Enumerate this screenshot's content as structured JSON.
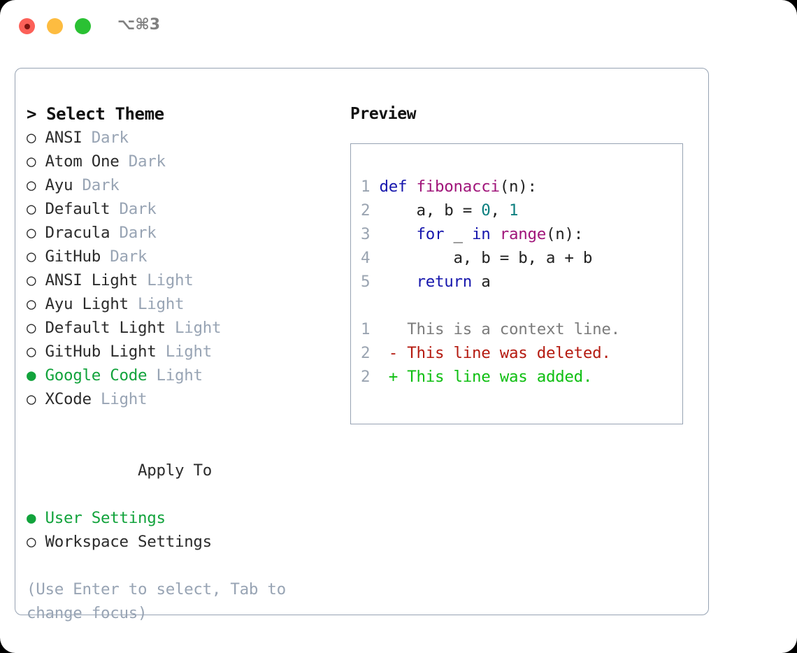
{
  "titlebar": {
    "shortcut": "⌥⌘3",
    "traffic_lights": [
      "close-red",
      "minimize-yellow",
      "maximize-green"
    ]
  },
  "theme_picker": {
    "heading": "> Select Theme",
    "selected_theme": "Google Code",
    "bullet_empty": "○",
    "bullet_filled": "●",
    "items": [
      {
        "bullet": "○",
        "name": "ANSI",
        "tag": "Dark",
        "selected": false
      },
      {
        "bullet": "○",
        "name": "Atom One",
        "tag": "Dark",
        "selected": false
      },
      {
        "bullet": "○",
        "name": "Ayu",
        "tag": "Dark",
        "selected": false
      },
      {
        "bullet": "○",
        "name": "Default",
        "tag": "Dark",
        "selected": false
      },
      {
        "bullet": "○",
        "name": "Dracula",
        "tag": "Dark",
        "selected": false
      },
      {
        "bullet": "○",
        "name": "GitHub",
        "tag": "Dark",
        "selected": false
      },
      {
        "bullet": "○",
        "name": "ANSI Light",
        "tag": "Light",
        "selected": false
      },
      {
        "bullet": "○",
        "name": "Ayu Light",
        "tag": "Light",
        "selected": false
      },
      {
        "bullet": "○",
        "name": "Default Light",
        "tag": "Light",
        "selected": false
      },
      {
        "bullet": "○",
        "name": "GitHub Light",
        "tag": "Light",
        "selected": false
      },
      {
        "bullet": "●",
        "name": "Google Code",
        "tag": "Light",
        "selected": true
      },
      {
        "bullet": "○",
        "name": "XCode",
        "tag": "Light",
        "selected": false
      }
    ]
  },
  "apply_to": {
    "heading": "Apply To",
    "selected": "User Settings",
    "items": [
      {
        "bullet": "●",
        "name": "User Settings",
        "selected": true
      },
      {
        "bullet": "○",
        "name": "Workspace Settings",
        "selected": false
      }
    ]
  },
  "hint": "(Use Enter to select, Tab to change focus)",
  "preview": {
    "title": "Preview",
    "code_lines": [
      {
        "n": "1",
        "tokens": [
          {
            "t": "def ",
            "c": "kw"
          },
          {
            "t": "fibonacci",
            "c": "fn"
          },
          {
            "t": "(n):",
            "c": "pl"
          }
        ]
      },
      {
        "n": "2",
        "tokens": [
          {
            "t": "    a, b = ",
            "c": "pl"
          },
          {
            "t": "0",
            "c": "num"
          },
          {
            "t": ", ",
            "c": "pl"
          },
          {
            "t": "1",
            "c": "num"
          }
        ]
      },
      {
        "n": "3",
        "tokens": [
          {
            "t": "    ",
            "c": "pl"
          },
          {
            "t": "for",
            "c": "kw"
          },
          {
            "t": " _ ",
            "c": "pl"
          },
          {
            "t": "in",
            "c": "kw"
          },
          {
            "t": " ",
            "c": "pl"
          },
          {
            "t": "range",
            "c": "fn"
          },
          {
            "t": "(n):",
            "c": "pl"
          }
        ]
      },
      {
        "n": "4",
        "tokens": [
          {
            "t": "        a, b = b, a + b",
            "c": "pl"
          }
        ]
      },
      {
        "n": "5",
        "tokens": [
          {
            "t": "    ",
            "c": "pl"
          },
          {
            "t": "return",
            "c": "kw"
          },
          {
            "t": " a",
            "c": "pl"
          }
        ]
      }
    ],
    "diff_lines": [
      {
        "n": "1",
        "marker": " ",
        "text": " This is a context line.",
        "kind": "context"
      },
      {
        "n": "2",
        "marker": "-",
        "text": " This line was deleted.",
        "kind": "deleted"
      },
      {
        "n": "2",
        "marker": "+",
        "text": " This line was added.",
        "kind": "added"
      }
    ]
  },
  "colors": {
    "accent_green": "#12a33c",
    "muted": "#98a4b4",
    "border": "#97a3b3",
    "keyword": "#1717ad",
    "function": "#a0157a",
    "number": "#0c7f7f",
    "diff_added": "#0fbf12",
    "diff_deleted": "#b51b11",
    "diff_context": "#7c7c7c"
  }
}
